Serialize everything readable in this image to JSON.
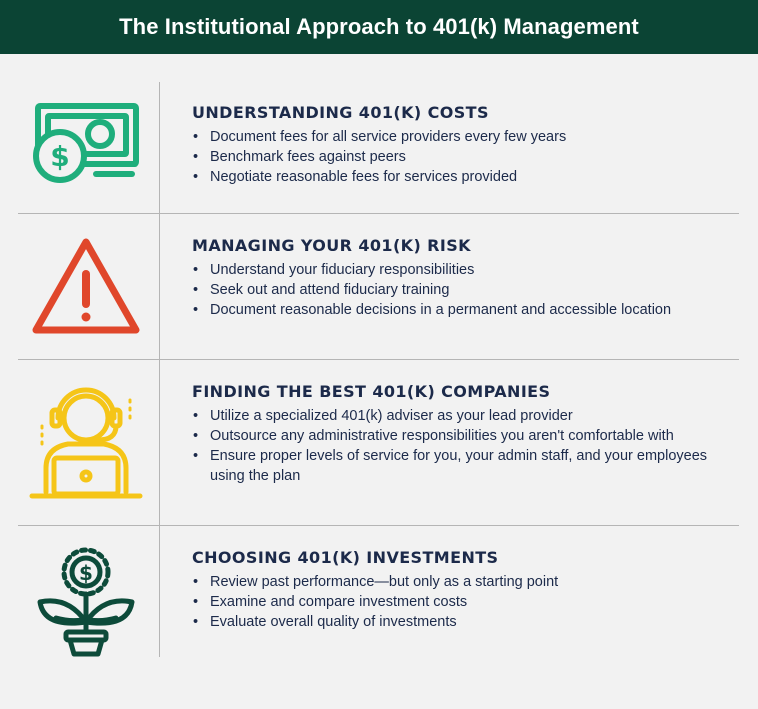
{
  "header": {
    "title": "The Institutional Approach to 401(k) Management"
  },
  "sections": [
    {
      "title": "UNDERSTANDING 401(K) COSTS",
      "icon": "money-bill-icon",
      "color": "#1fae7c",
      "bullets": [
        "Document fees for all service providers every few years",
        "Benchmark fees against peers",
        "Negotiate reasonable fees for services provided"
      ]
    },
    {
      "title": "MANAGING YOUR 401(K) RISK",
      "icon": "warning-triangle-icon",
      "color": "#e0472b",
      "bullets": [
        "Understand your fiduciary responsibilities",
        "Seek out and attend fiduciary training",
        "Document reasonable decisions in a permanent and accessible location"
      ]
    },
    {
      "title": "FINDING THE BEST 401(K) COMPANIES",
      "icon": "adviser-headset-icon",
      "color": "#f5c518",
      "bullets": [
        "Utilize a specialized 401(k) adviser as your lead provider",
        "Outsource any administrative responsibilities you aren't comfortable with",
        "Ensure proper levels of service for you, your admin staff, and your employees using the plan"
      ]
    },
    {
      "title": "CHOOSING 401(K) INVESTMENTS",
      "icon": "money-plant-icon",
      "color": "#0d4b3a",
      "bullets": [
        "Review past performance—but only as a starting point",
        "Examine and compare investment costs",
        "Evaluate overall quality of investments"
      ]
    }
  ]
}
